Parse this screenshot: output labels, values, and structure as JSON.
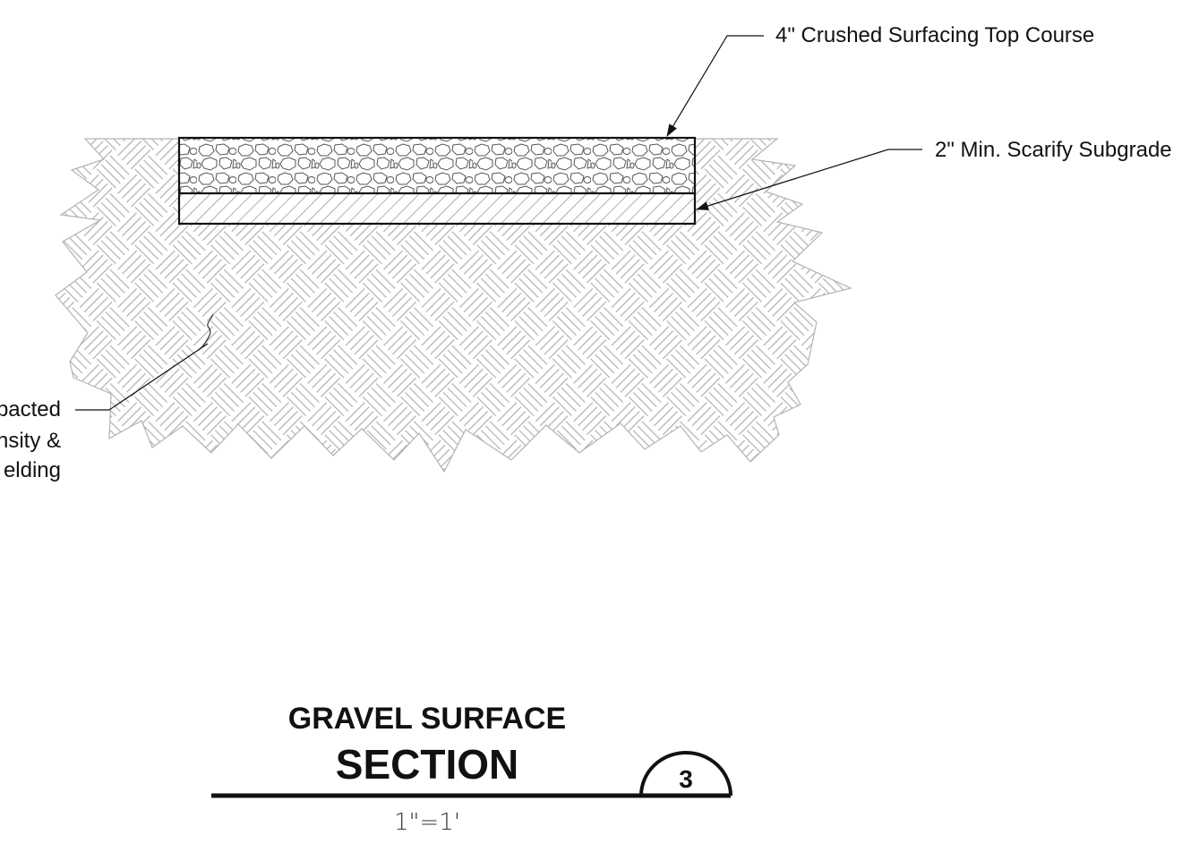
{
  "labels": {
    "top_course": "4\" Crushed Surfacing Top Course",
    "scarify": "2\" Min. Scarify Subgrade",
    "subgrade_line1": "pacted",
    "subgrade_line2": "nsity &",
    "subgrade_line3": "elding"
  },
  "title_block": {
    "title": "GRAVEL SURFACE",
    "subtitle": "SECTION",
    "detail_number": "3",
    "scale": "1\"=1'"
  },
  "colors": {
    "line": "#111111",
    "hatch": "#b3b3b3"
  }
}
